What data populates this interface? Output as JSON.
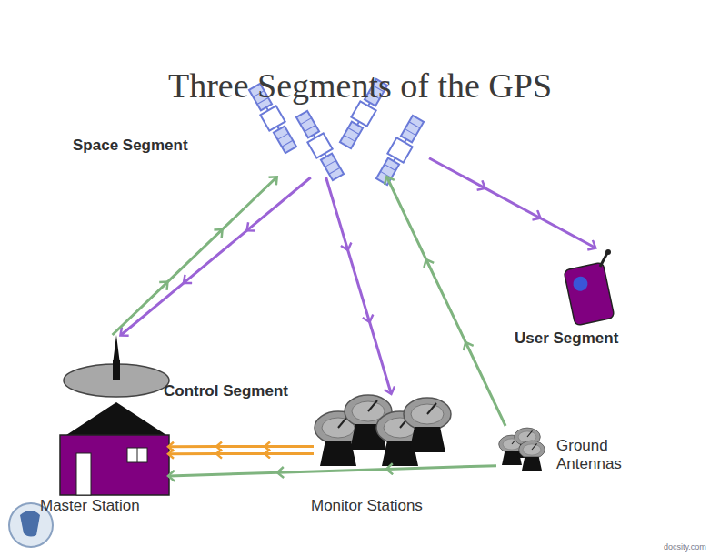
{
  "diagram": {
    "title": "Three Segments of the GPS",
    "nodes": [
      {
        "text": [
          "Space Segment"
        ]
      },
      {
        "text": [
          "User Segment"
        ]
      },
      {
        "text": [
          "Master Station"
        ]
      },
      {
        "text": [
          "Monitor Stations"
        ]
      },
      {
        "text": [
          "Ground Antennas"
        ]
      }
    ],
    "edges": [
      {
        "from": 0,
        "to": 2,
        "arrow": "to"
      },
      {
        "from": 2,
        "to": 0,
        "arrow": "to"
      },
      {
        "from": 0,
        "to": 3,
        "arrow": "to"
      },
      {
        "from": 4,
        "to": 0,
        "arrow": "to"
      },
      {
        "from": 0,
        "to": 1,
        "arrow": "to"
      },
      {
        "from": 3,
        "to": 2,
        "arrow": "to"
      },
      {
        "from": 4,
        "to": 2,
        "arrow": "to"
      }
    ],
    "labels": [
      "Control Segment",
      "docsity.com"
    ]
  }
}
